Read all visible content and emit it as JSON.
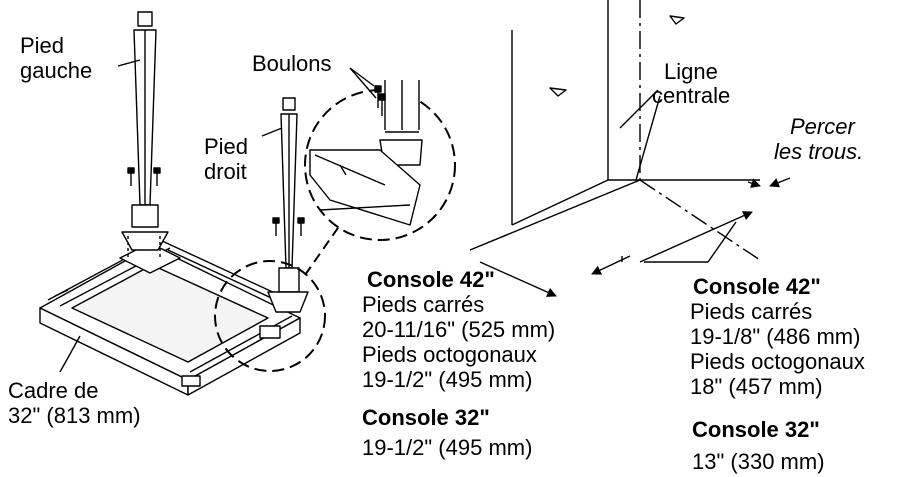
{
  "labels": {
    "left_leg": [
      "Pied",
      "gauche"
    ],
    "bolts": "Boulons",
    "right_leg": [
      "Pied",
      "droit"
    ],
    "frame": [
      "Cadre de",
      "32\" (813 mm)"
    ],
    "center_line": [
      "Ligne",
      "centrale"
    ],
    "drill_holes": [
      "Percer",
      "les trous."
    ]
  },
  "spec_left": {
    "console42_title": "Console 42\"",
    "square_label": "Pieds carrés",
    "square_value": "20-11/16\" (525 mm)",
    "octagonal_label": "Pieds octogonaux",
    "octagonal_value": "19-1/2\" (495 mm)",
    "console32_title": "Console 32\"",
    "console32_value": "19-1/2\" (495 mm)"
  },
  "spec_right": {
    "console42_title": "Console 42\"",
    "square_label": "Pieds carrés",
    "square_value": "19-1/8\" (486 mm)",
    "octagonal_label": "Pieds octogonaux",
    "octagonal_value": "18\" (457 mm)",
    "console32_title": "Console 32\"",
    "console32_value": "13\" (330 mm)"
  }
}
